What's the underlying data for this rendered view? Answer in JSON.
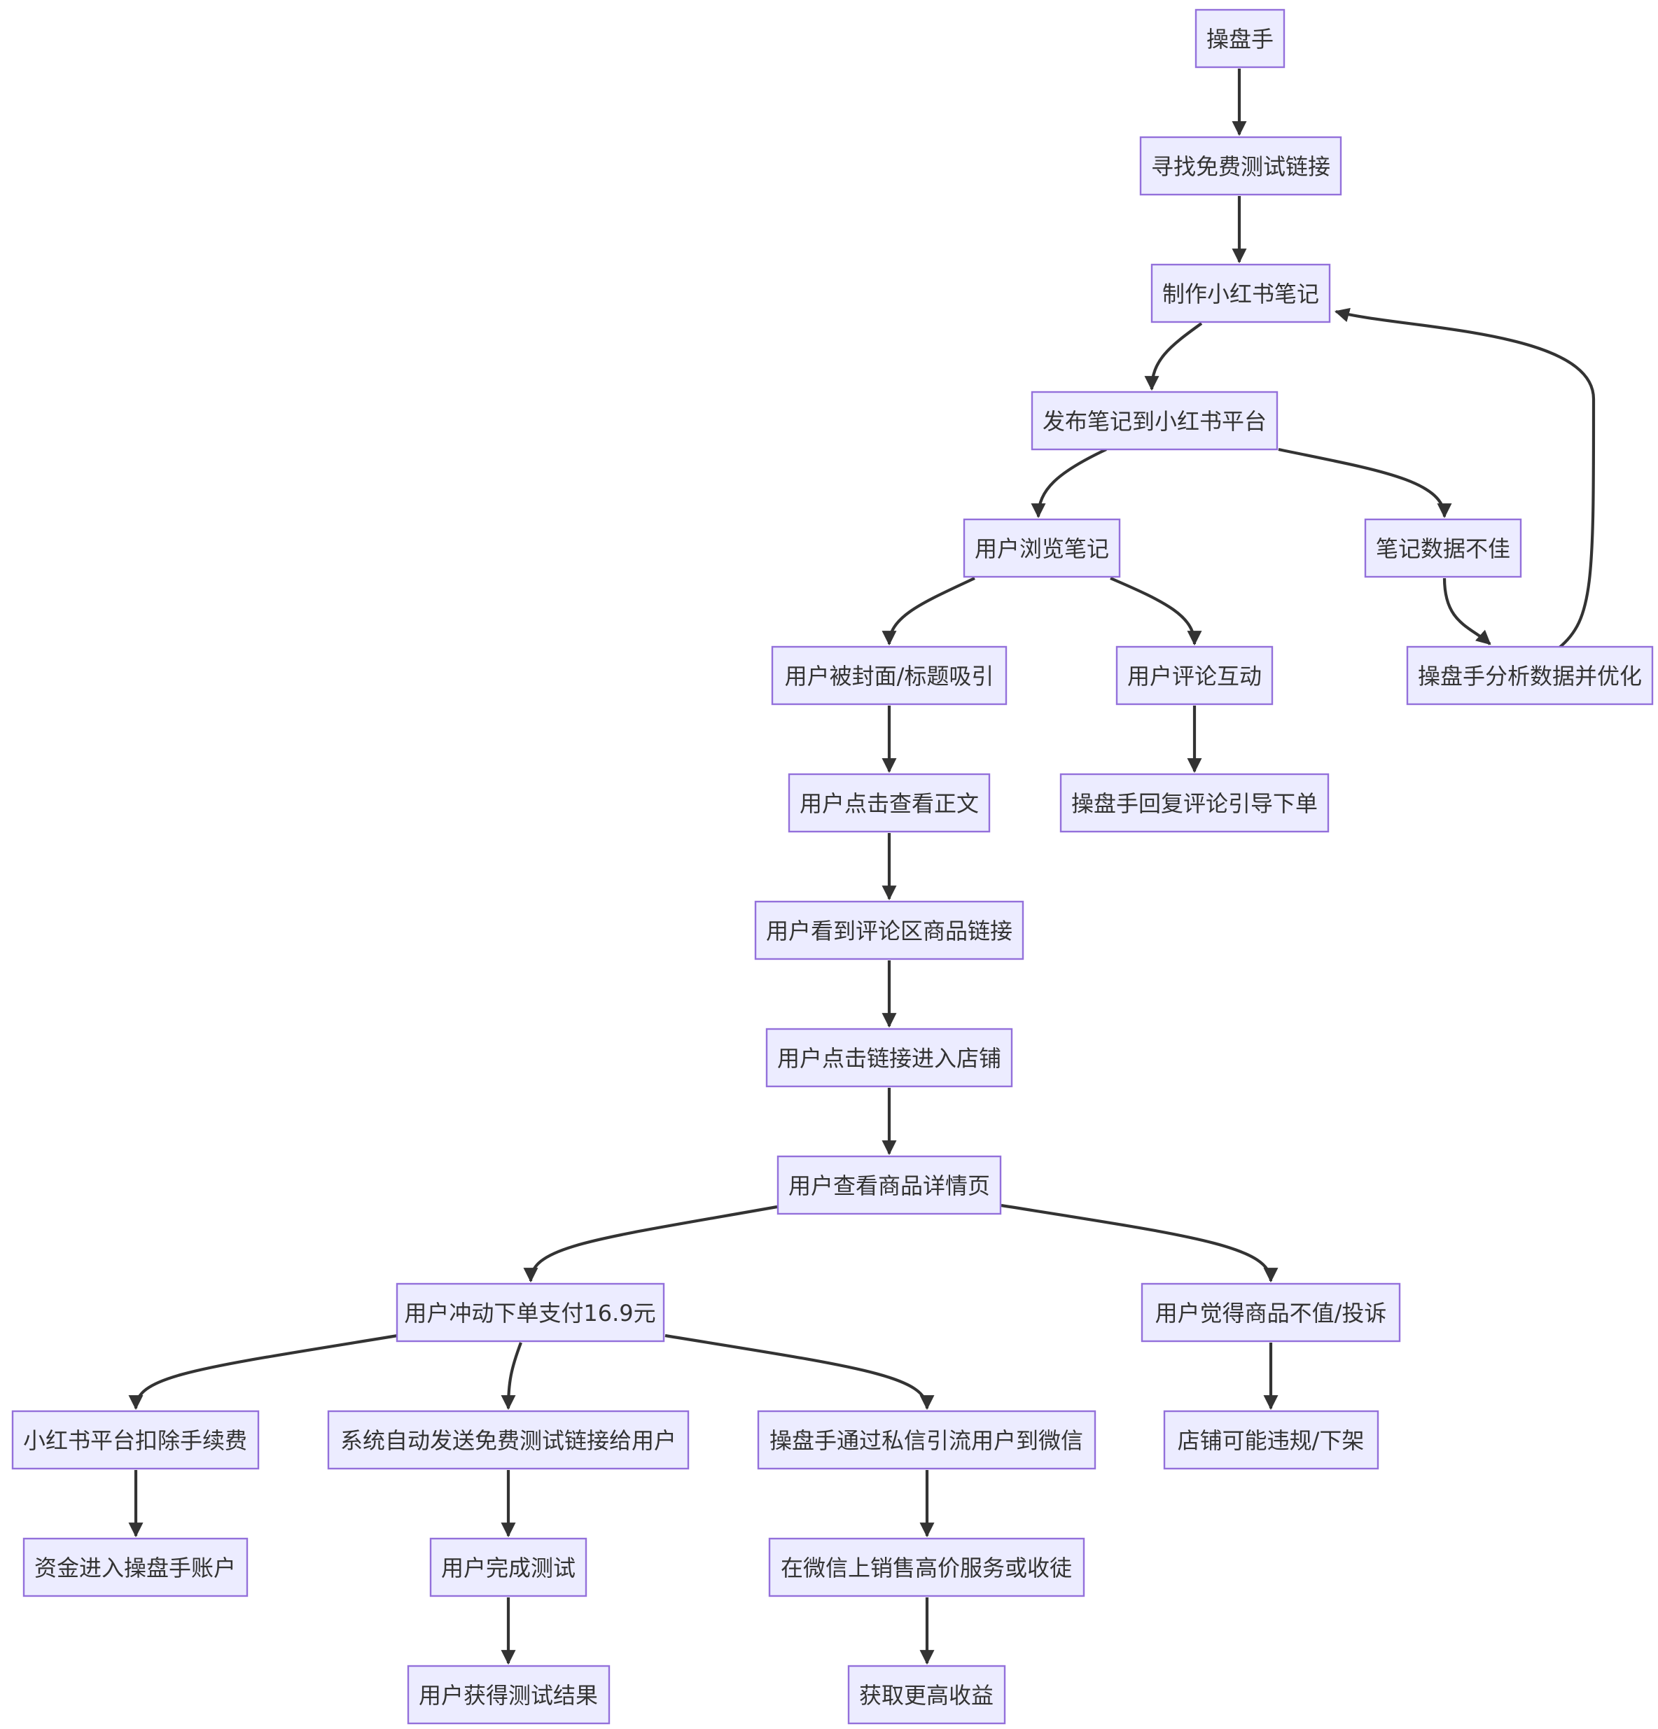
{
  "nodes": {
    "n1": "操盘手",
    "n2": "寻找免费测试链接",
    "n3": "制作小红书笔记",
    "n4": "发布笔记到小红书平台",
    "n5": "用户浏览笔记",
    "n6": "笔记数据不佳",
    "n7": "用户被封面/标题吸引",
    "n8": "用户评论互动",
    "n9": "操盘手分析数据并优化",
    "n10": "用户点击查看正文",
    "n11": "操盘手回复评论引导下单",
    "n12": "用户看到评论区商品链接",
    "n13": "用户点击链接进入店铺",
    "n14": "用户查看商品详情页",
    "n15": "用户冲动下单支付16.9元",
    "n16": "用户觉得商品不值/投诉",
    "n17": "小红书平台扣除手续费",
    "n18": "系统自动发送免费测试链接给用户",
    "n19": "操盘手通过私信引流用户到微信",
    "n20": "店铺可能违规/下架",
    "n21": "资金进入操盘手账户",
    "n22": "用户完成测试",
    "n23": "在微信上销售高价服务或收徒",
    "n24": "用户获得测试结果",
    "n25": "获取更高收益"
  },
  "edges": [
    [
      "n1",
      "n2"
    ],
    [
      "n2",
      "n3"
    ],
    [
      "n3",
      "n4"
    ],
    [
      "n4",
      "n5"
    ],
    [
      "n4",
      "n6"
    ],
    [
      "n6",
      "n9"
    ],
    [
      "n9",
      "n3"
    ],
    [
      "n5",
      "n7"
    ],
    [
      "n5",
      "n8"
    ],
    [
      "n8",
      "n11"
    ],
    [
      "n7",
      "n10"
    ],
    [
      "n10",
      "n12"
    ],
    [
      "n12",
      "n13"
    ],
    [
      "n13",
      "n14"
    ],
    [
      "n14",
      "n15"
    ],
    [
      "n14",
      "n16"
    ],
    [
      "n16",
      "n20"
    ],
    [
      "n15",
      "n17"
    ],
    [
      "n15",
      "n18"
    ],
    [
      "n15",
      "n19"
    ],
    [
      "n17",
      "n21"
    ],
    [
      "n18",
      "n22"
    ],
    [
      "n22",
      "n24"
    ],
    [
      "n19",
      "n23"
    ],
    [
      "n23",
      "n25"
    ]
  ]
}
